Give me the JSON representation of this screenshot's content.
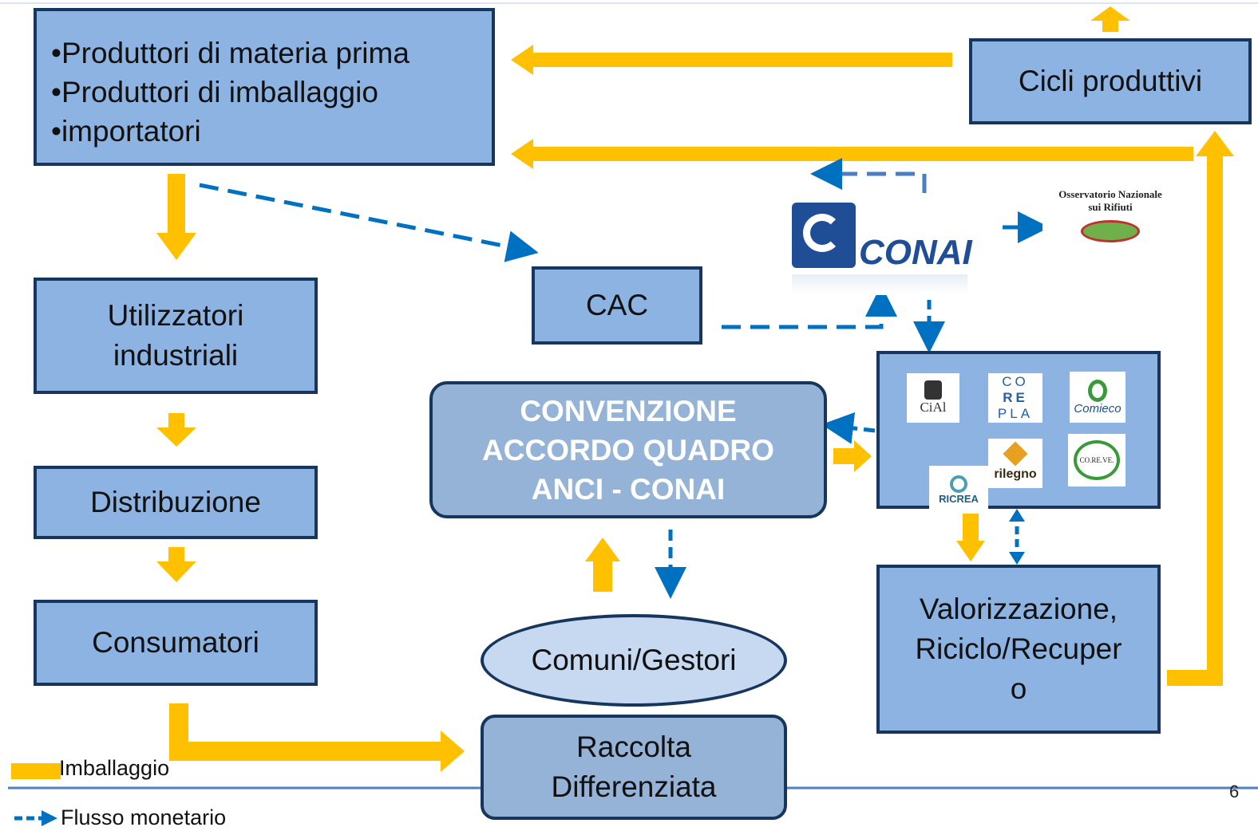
{
  "boxes": {
    "producers": {
      "lines": [
        "•Produttori di materia prima",
        "•Produttori di imballaggio",
        "•importatori"
      ]
    },
    "cicli": "Cicli produttivi",
    "utilizzatori": [
      "Utilizzatori",
      "industriali"
    ],
    "distribuzione": "Distribuzione",
    "consumatori": "Consumatori",
    "cac": "CAC",
    "convenzione": [
      "CONVENZIONE",
      "ACCORDO QUADRO",
      "ANCI - CONAI"
    ],
    "comuni": "Comuni/Gestori",
    "raccolta": [
      "Raccolta",
      "Differenziata"
    ],
    "valorizzazione": [
      "Valorizzazione,",
      "Riciclo/Recuper",
      "o"
    ]
  },
  "logos": {
    "conai": "CONAI",
    "observatory": [
      "Osservatorio Nazionale",
      "sui Rifiuti"
    ],
    "cial": "CiAl",
    "corepla": [
      "CO",
      "RE",
      "PLA"
    ],
    "comieco": "Comieco",
    "rilegno": "rilegno",
    "coreve": "CO.RE.VE.",
    "ricrea": "RICREA"
  },
  "legend": {
    "packaging": "Imballaggio",
    "money": "Flusso monetario"
  },
  "page_number": "6",
  "colors": {
    "box_fill": "#8db3e2",
    "box_border": "#17365d",
    "packaging_arrow": "#ffc000",
    "money_arrow": "#0070c0",
    "ellipse_fill": "#c6d9f1"
  }
}
